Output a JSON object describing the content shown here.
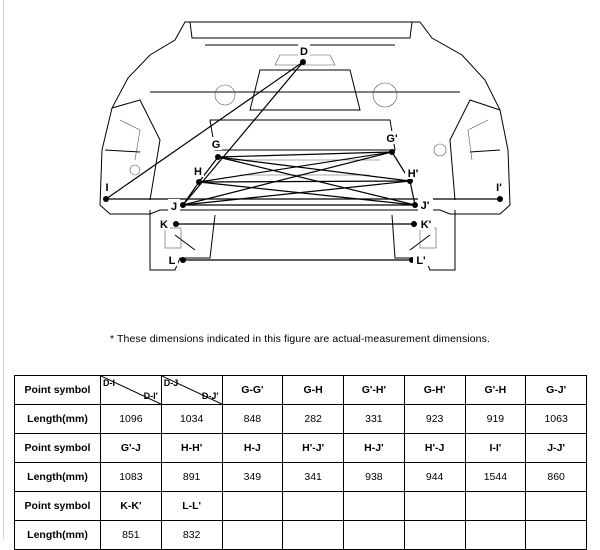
{
  "figure": {
    "points": {
      "D": "D",
      "G": "G",
      "G_prime": "G'",
      "H": "H",
      "H_prime": "H'",
      "I": "I",
      "I_prime": "I'",
      "J": "J",
      "J_prime": "J'",
      "K": "K",
      "K_prime": "K'",
      "L": "L",
      "L_prime": "L'"
    }
  },
  "note": "* These dimensions indicated in this figure are actual-measurement dimensions.",
  "table": {
    "row_labels": {
      "point": "Point symbol",
      "length": "Length(mm)"
    },
    "first_header": {
      "tl": "D-I",
      "br": "D-I'"
    },
    "second_header": {
      "tl": "D-J",
      "br": "D-J'"
    },
    "blocks": [
      {
        "symbols": [
          "G-G'",
          "G-H",
          "G'-H'",
          "G-H'",
          "G'-H",
          "G-J'"
        ],
        "lengths": [
          "1096",
          "1034",
          "848",
          "282",
          "331",
          "923",
          "919",
          "1063"
        ]
      },
      {
        "symbols": [
          "G'-J",
          "H-H'",
          "H-J",
          "H'-J'",
          "H-J'",
          "H'-J",
          "I-I'",
          "J-J'"
        ],
        "lengths": [
          "1083",
          "891",
          "349",
          "341",
          "938",
          "944",
          "1544",
          "860"
        ]
      },
      {
        "symbols": [
          "K-K'",
          "L-L'",
          "",
          "",
          "",
          "",
          "",
          ""
        ],
        "lengths": [
          "851",
          "832",
          "",
          "",
          "",
          "",
          "",
          ""
        ]
      }
    ]
  }
}
